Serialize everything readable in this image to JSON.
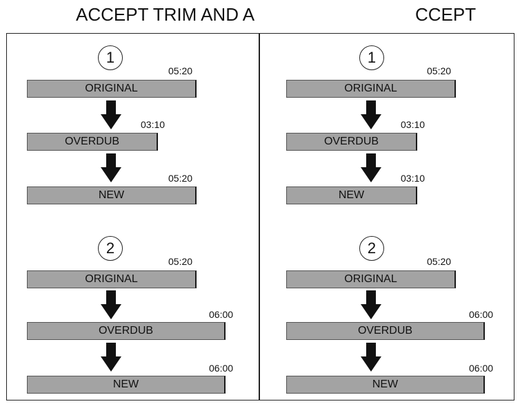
{
  "headings": {
    "left": "ACCEPT TRIM AND A",
    "right": "CCEPT"
  },
  "left": {
    "example1": {
      "number": "1",
      "original": {
        "label": "ORIGINAL",
        "time": "05:20"
      },
      "overdub": {
        "label": "OVERDUB",
        "time": "03:10"
      },
      "new": {
        "label": "NEW",
        "time": "05:20"
      }
    },
    "example2": {
      "number": "2",
      "original": {
        "label": "ORIGINAL",
        "time": "05:20"
      },
      "overdub": {
        "label": "OVERDUB",
        "time": "06:00"
      },
      "new": {
        "label": "NEW",
        "time": "06:00"
      }
    }
  },
  "right": {
    "example1": {
      "number": "1",
      "original": {
        "label": "ORIGINAL",
        "time": "05:20"
      },
      "overdub": {
        "label": "OVERDUB",
        "time": "03:10"
      },
      "new": {
        "label": "NEW",
        "time": "03:10"
      }
    },
    "example2": {
      "number": "2",
      "original": {
        "label": "ORIGINAL",
        "time": "05:20"
      },
      "overdub": {
        "label": "OVERDUB",
        "time": "06:00"
      },
      "new": {
        "label": "NEW",
        "time": "06:00"
      }
    }
  },
  "colors": {
    "bar_fill": "#a3a3a3",
    "border": "#222222",
    "arrow": "#111111"
  },
  "icons": {
    "arrow": "down-arrow-icon"
  }
}
